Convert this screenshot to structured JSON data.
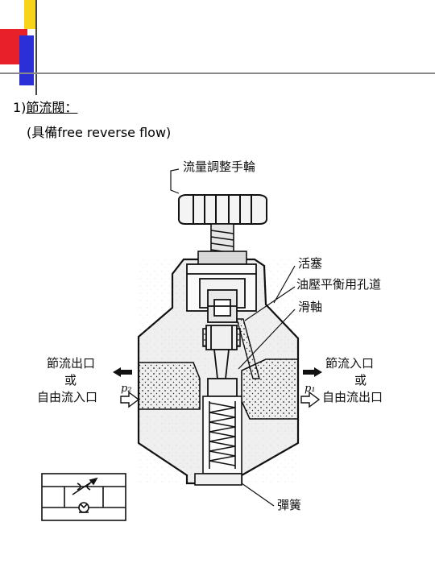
{
  "slide": {
    "heading_number": "1)",
    "heading_title": "節流閥：",
    "subtitle": "(具備free reverse flow)"
  },
  "diagram": {
    "labels": {
      "handwheel": "流量調整手輪",
      "piston": "活塞",
      "balance_passage": "油壓平衡用孔道",
      "spool": "滑軸",
      "spring": "彈簧",
      "left_port_line1": "節流出口",
      "left_port_line2": "或",
      "left_port_line3": "自由流入口",
      "right_port_line1": "節流入口",
      "right_port_line2": "或",
      "right_port_line3": "自由流出口",
      "pressure_left": "p₂",
      "pressure_right": "p₁"
    }
  },
  "colors": {
    "deco_yellow": "#F7D417",
    "deco_red": "#E8202A",
    "deco_blue": "#2A2FD6",
    "ink": "#111111"
  }
}
